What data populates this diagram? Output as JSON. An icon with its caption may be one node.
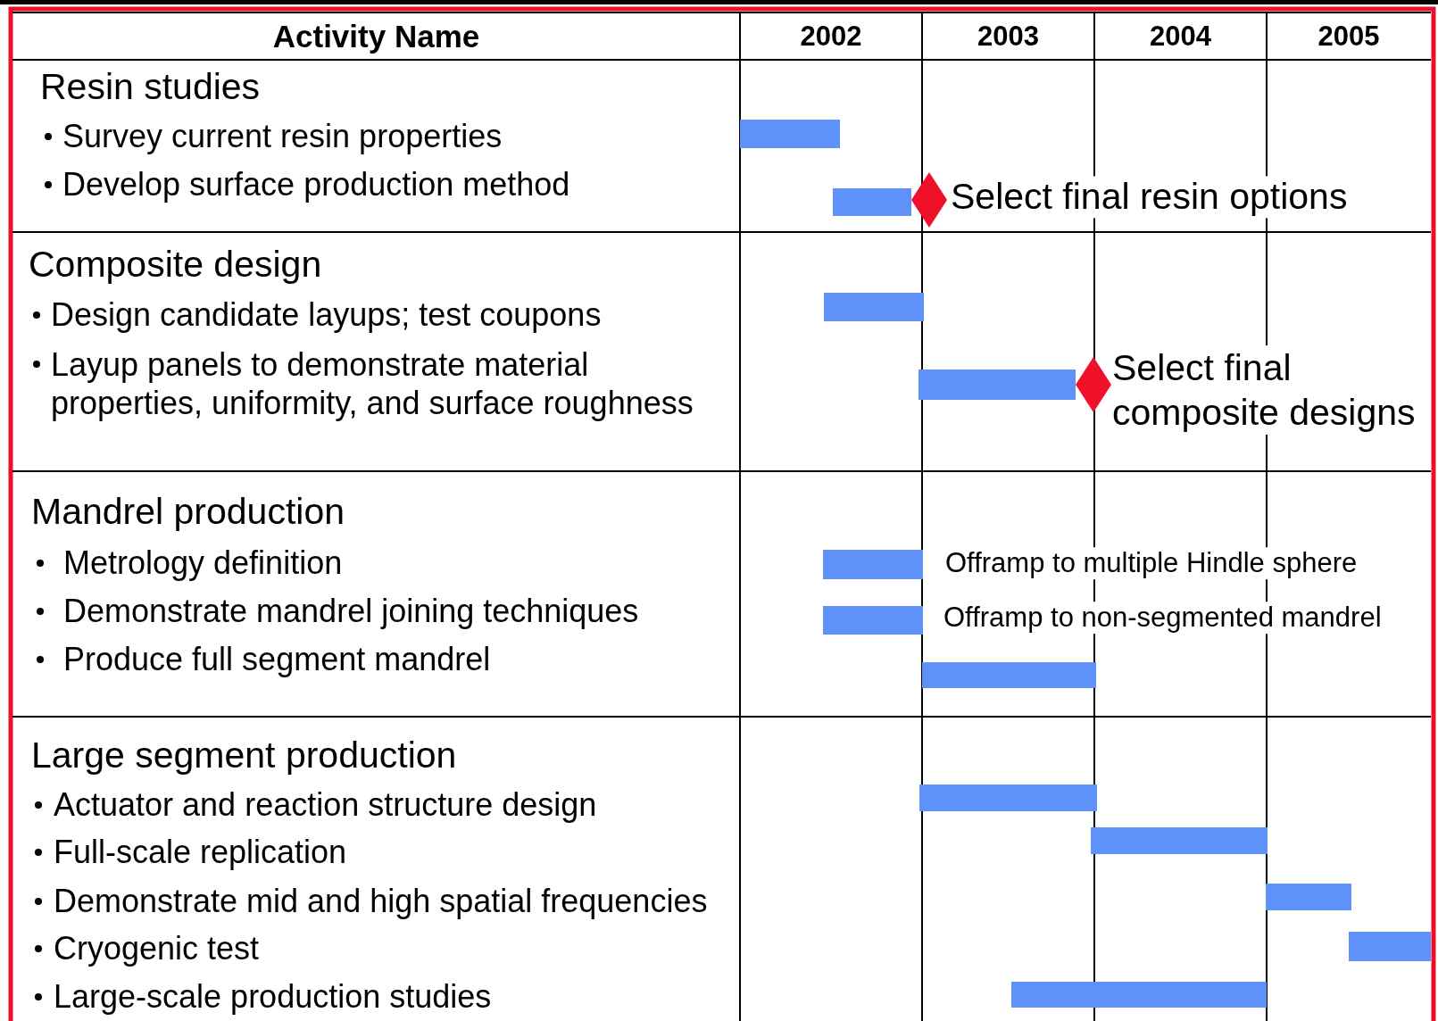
{
  "diagram": {
    "nodes": [
      {
        "text": [],
        "shape": "bar"
      },
      {
        "text": [],
        "shape": "bar"
      },
      {
        "text": [],
        "shape": "diamond",
        "beside": [
          "Select final resin options"
        ]
      },
      {
        "text": [],
        "shape": "bar"
      },
      {
        "text": [],
        "shape": "bar"
      },
      {
        "text": [],
        "shape": "diamond",
        "beside": [
          "Select final composite designs"
        ]
      },
      {
        "text": [],
        "shape": "bar"
      },
      {
        "text": [],
        "shape": "bar"
      },
      {
        "text": [],
        "shape": "bar"
      },
      {
        "text": [],
        "shape": "bar"
      },
      {
        "text": [],
        "shape": "bar"
      },
      {
        "text": [],
        "shape": "bar"
      },
      {
        "text": [],
        "shape": "bar"
      },
      {
        "text": [],
        "shape": "bar"
      }
    ],
    "labels": [
      "Activity Name",
      "2002",
      "2003",
      "2004",
      "2005",
      "Resin studies",
      "Survey current resin properties",
      "Develop surface production method",
      "Composite design",
      "Design candidate layups; test coupons",
      "Layup panels to demonstrate material properties, uniformity, and surface roughness",
      "Mandrel production",
      "Metrology definition",
      "Offramp to multiple Hindle sphere",
      "Demonstrate mandrel joining techniques",
      "Offramp to non-segmented mandrel",
      "Produce full segment mandrel",
      "Large segment production",
      "Actuator and reaction structure design",
      "Full-scale replication",
      "Demonstrate mid and high spatial frequencies",
      "Cryogenic test",
      "Large-scale production studies"
    ]
  }
}
